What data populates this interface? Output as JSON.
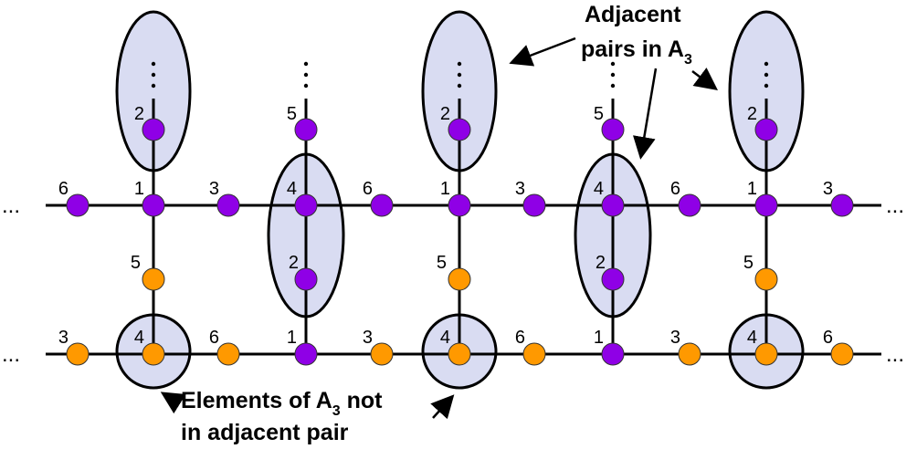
{
  "colors": {
    "purple": "#8f00e6",
    "orange": "#ff9900",
    "highlight_fill": "#d9dcf2",
    "line": "#000000"
  },
  "ellipsis": "...",
  "upper_row_labels": [
    "6",
    "1",
    "3",
    "4",
    "6",
    "1",
    "3",
    "4",
    "6",
    "1",
    "3"
  ],
  "lower_row_labels": [
    "3",
    "4",
    "6",
    "1",
    "3",
    "4",
    "6",
    "1",
    "3",
    "4",
    "6"
  ],
  "vertical_labels": {
    "stack_top": "2",
    "stack_mid": "5",
    "stack_four": "5",
    "stack_four_mid": "2"
  },
  "annotations": {
    "adjacent_line1": "Adjacent",
    "adjacent_line2": "pairs in A",
    "adjacent_sub": "3",
    "elements_line1_pre": "Elements of A",
    "elements_sub": "3",
    "elements_line1_post": " not",
    "elements_line2": "in adjacent pair"
  }
}
